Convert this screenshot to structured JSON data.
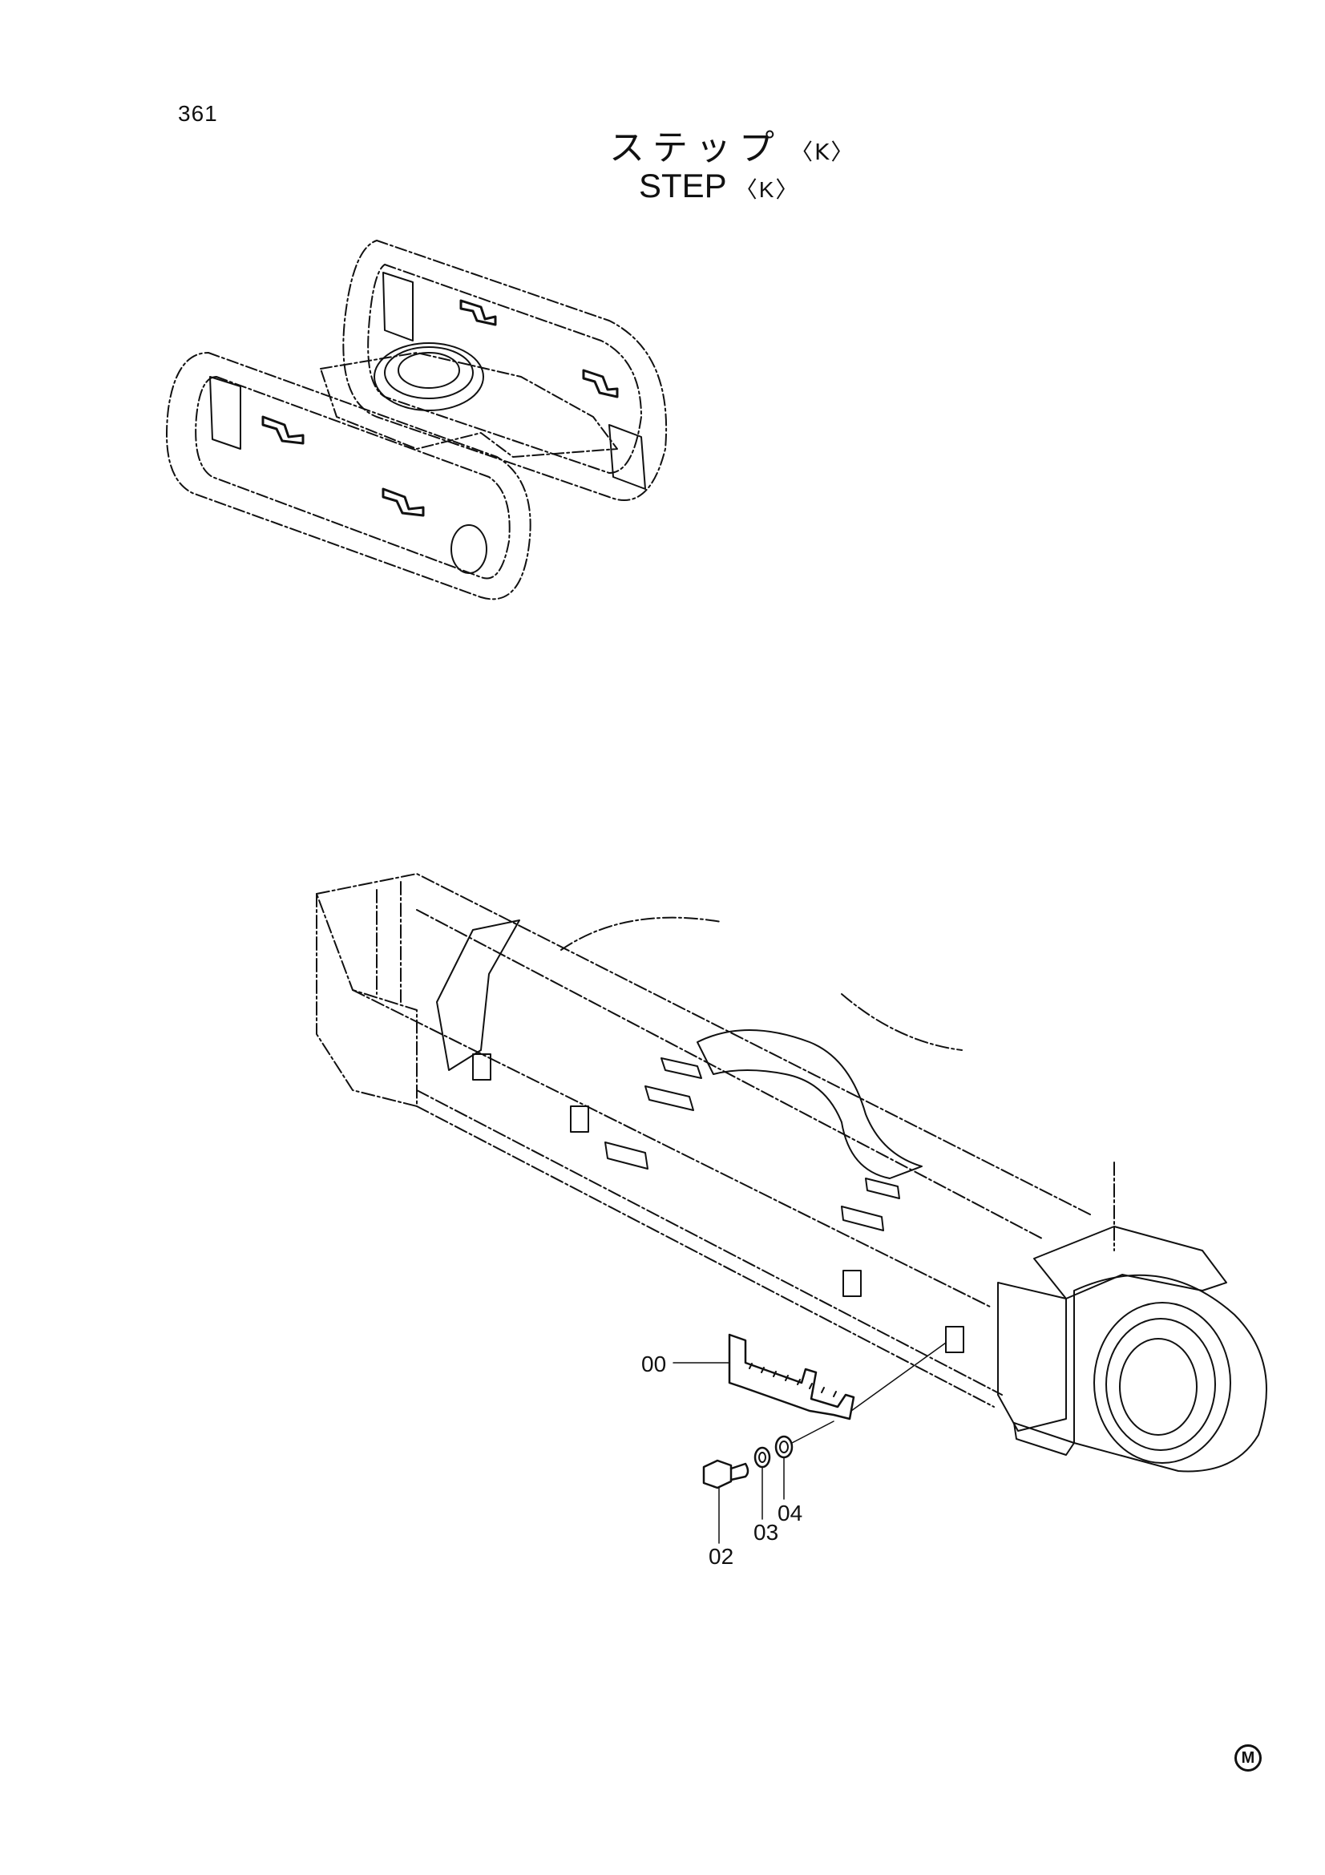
{
  "page": {
    "number": "361"
  },
  "title": {
    "japanese": "ステップ",
    "english": "STEP",
    "variant": "〈K〉"
  },
  "callouts": [
    {
      "id": "00",
      "label": "00"
    },
    {
      "id": "02",
      "label": "02"
    },
    {
      "id": "03",
      "label": "03"
    },
    {
      "id": "04",
      "label": "04"
    }
  ],
  "mark": {
    "label": "M"
  }
}
